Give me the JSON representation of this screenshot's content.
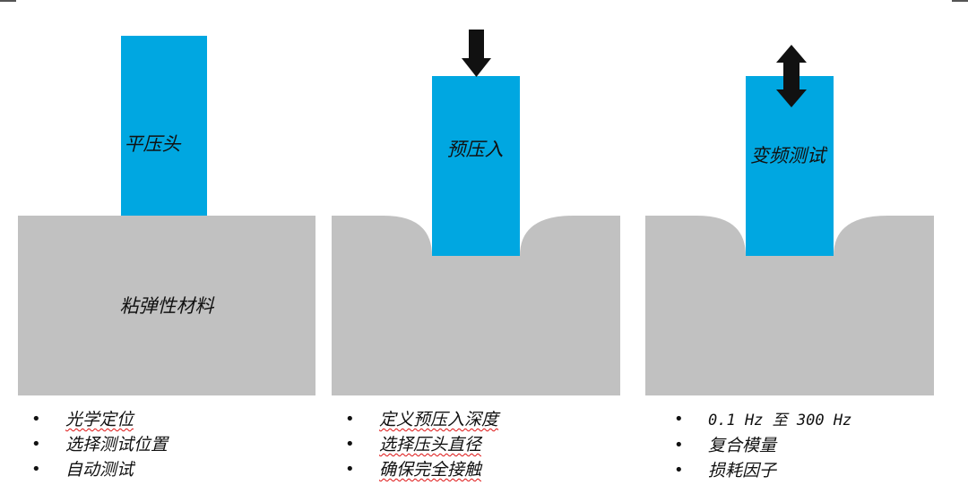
{
  "colors": {
    "indenter": "#00a7e1",
    "material": "#c1c1c1",
    "arrow": "#111111",
    "underline": "#dd1111"
  },
  "panels": [
    {
      "indenter_label": "平压头",
      "material_label": "粘弹性材料",
      "arrow": "none",
      "bullets": [
        "光学定位",
        "选择测试位置",
        "自动测试"
      ]
    },
    {
      "indenter_label": "预压入",
      "arrow": "down-arrow",
      "bullets": [
        "定义预压入深度",
        "选择压头直径",
        "确保完全接触"
      ]
    },
    {
      "indenter_label": "变频测试",
      "arrow": "double-vertical-arrow",
      "bullets": [
        "0.1 Hz 至 300 Hz",
        "复合模量",
        "损耗因子"
      ]
    }
  ]
}
